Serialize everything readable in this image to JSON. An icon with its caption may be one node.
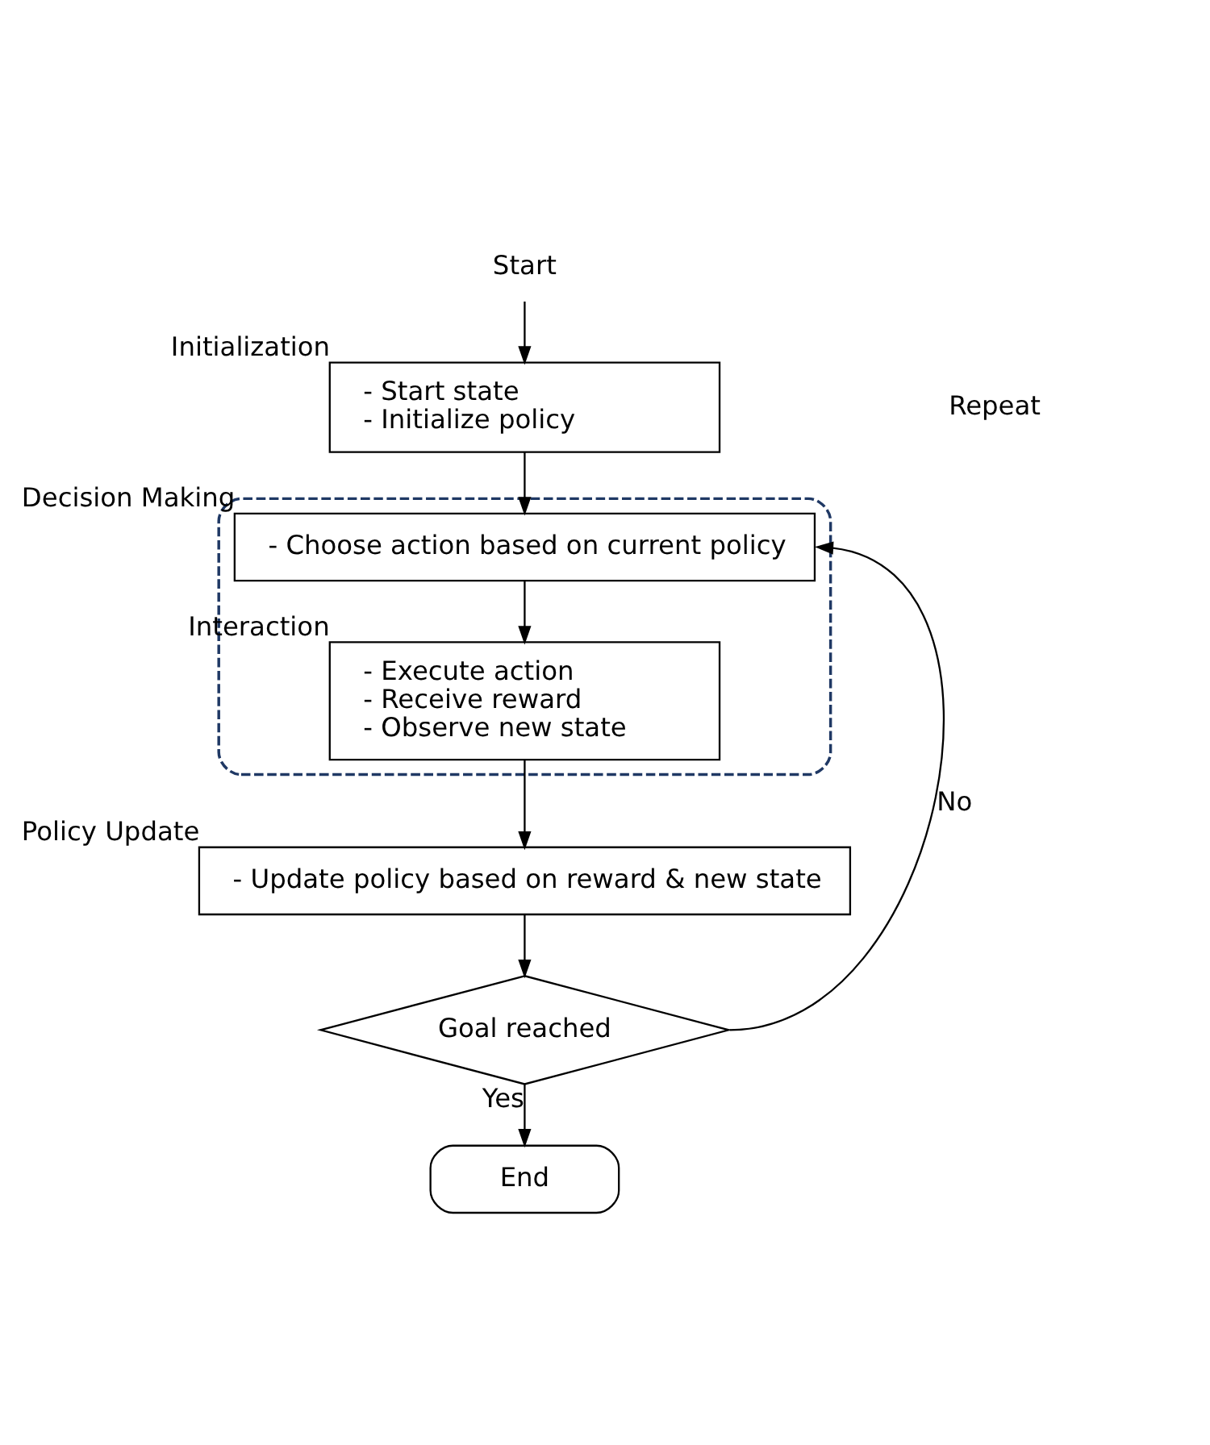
{
  "diagram": {
    "nodes": [
      {
        "text": [
          "Start"
        ]
      },
      {
        "text": [
          "- Start state",
          "- Initialize policy"
        ],
        "beside": [
          "Initialization"
        ]
      },
      {
        "text": [],
        "shape": "box"
      },
      {
        "text": [
          "- Choose action based on current policy"
        ],
        "in": 2,
        "beside": [
          "Decision Making"
        ]
      },
      {
        "text": [
          "- Execute action",
          "- Receive reward",
          "- Observe new state"
        ],
        "in": 2,
        "beside": [
          "Interaction"
        ]
      },
      {
        "text": [
          "- Update policy based on reward & new state"
        ],
        "beside": [
          "Policy Update"
        ]
      },
      {
        "text": [
          "Goal reached"
        ]
      },
      {
        "text": [
          "End"
        ]
      }
    ],
    "edges": [
      {
        "from": 0,
        "to": 1,
        "arrow": "to"
      },
      {
        "from": 1,
        "to": 3,
        "arrow": "to"
      },
      {
        "from": 3,
        "to": 4,
        "arrow": "to"
      },
      {
        "from": 4,
        "to": 5,
        "arrow": "to"
      },
      {
        "from": 5,
        "to": 6,
        "arrow": "to"
      },
      {
        "from": 6,
        "to": 7,
        "arrow": "to",
        "label": "Yes"
      },
      {
        "from": 6,
        "to": 3,
        "arrow": "to",
        "label": "No"
      }
    ],
    "labels": [
      "Repeat"
    ]
  }
}
